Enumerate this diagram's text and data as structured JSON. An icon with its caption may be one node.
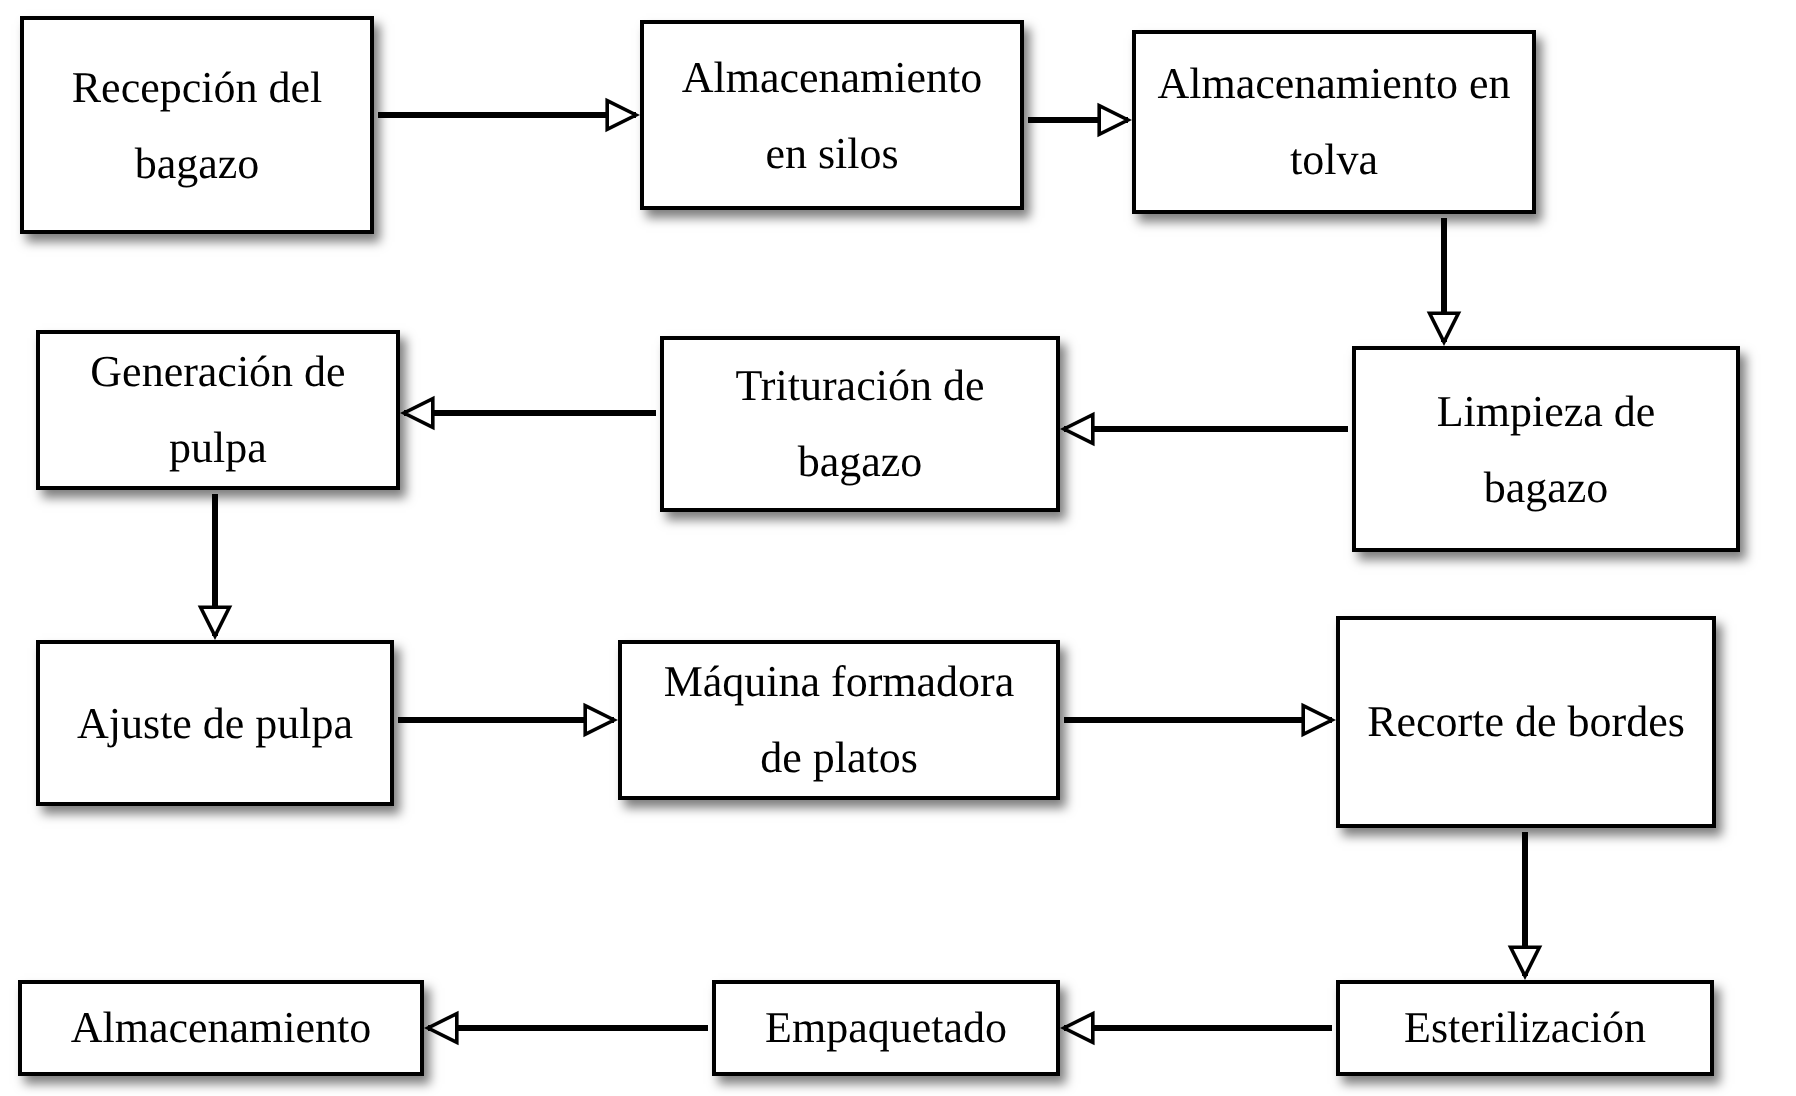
{
  "diagram": {
    "nodes": [
      {
        "text": [
          "Recepción del bagazo"
        ]
      },
      {
        "text": [
          "Almacenamiento en silos"
        ]
      },
      {
        "text": [
          "Almacenamiento en tolva"
        ]
      },
      {
        "text": [
          "Limpieza de bagazo"
        ]
      },
      {
        "text": [
          "Trituración de bagazo"
        ]
      },
      {
        "text": [
          "Generación de pulpa"
        ]
      },
      {
        "text": [
          "Ajuste de pulpa"
        ]
      },
      {
        "text": [
          "Máquina formadora de platos"
        ]
      },
      {
        "text": [
          "Recorte de bordes"
        ]
      },
      {
        "text": [
          "Esterilización"
        ]
      },
      {
        "text": [
          "Empaquetado"
        ]
      },
      {
        "text": [
          "Almacenamiento"
        ]
      }
    ],
    "edges": [
      {
        "from": 0,
        "to": 1,
        "arrow": "to"
      },
      {
        "from": 1,
        "to": 2,
        "arrow": "to"
      },
      {
        "from": 2,
        "to": 3,
        "arrow": "to"
      },
      {
        "from": 3,
        "to": 4,
        "arrow": "to"
      },
      {
        "from": 4,
        "to": 5,
        "arrow": "to"
      },
      {
        "from": 5,
        "to": 6,
        "arrow": "to"
      },
      {
        "from": 6,
        "to": 7,
        "arrow": "to"
      },
      {
        "from": 7,
        "to": 8,
        "arrow": "to"
      },
      {
        "from": 8,
        "to": 9,
        "arrow": "to"
      },
      {
        "from": 9,
        "to": 10,
        "arrow": "to"
      },
      {
        "from": 10,
        "to": 11,
        "arrow": "to"
      }
    ]
  }
}
